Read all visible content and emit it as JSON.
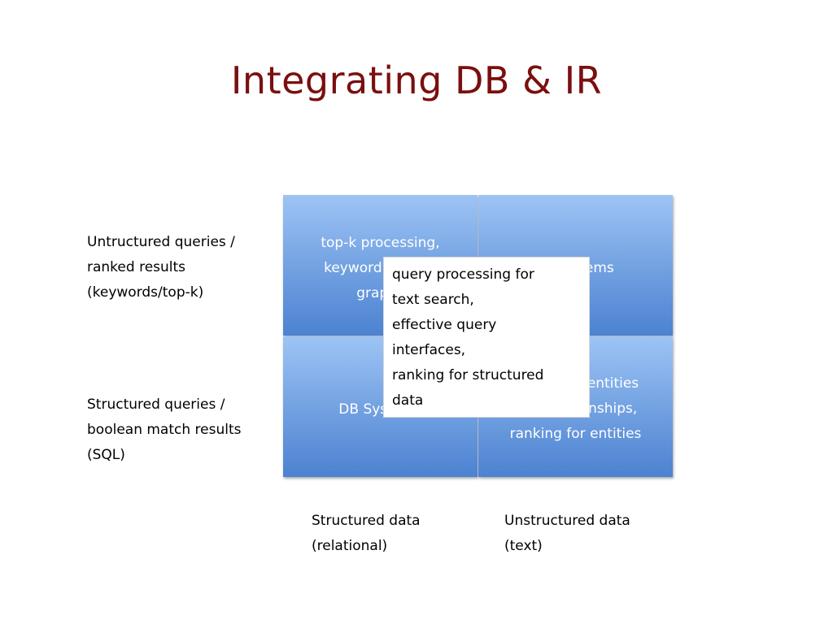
{
  "slide": {
    "title": "Integrating DB & IR"
  },
  "row_labels": {
    "top": "Untructured queries /\nranked results\n(keywords/top-k)",
    "bottom": "Structured queries /\nboolean match results\n(SQL)"
  },
  "quadrants": {
    "top_left": "top-k processing,\nkeyword search,\ngraphs",
    "top_right": "IR Systems",
    "bottom_left": "DB Systems",
    "bottom_right": "extracting entities\nand relationships,\nranking for entities"
  },
  "overlay_box": {
    "text": "query processing for\ntext search,\neffective query\ninterfaces,\nranking for structured\ndata"
  },
  "column_labels": {
    "left": "Structured data\n(relational)",
    "right": "Unstructured data\n(text)"
  },
  "colors": {
    "title": "#7a0f0f",
    "cell_top": "#9ec4f5",
    "cell_bottom": "#4c82d1"
  }
}
